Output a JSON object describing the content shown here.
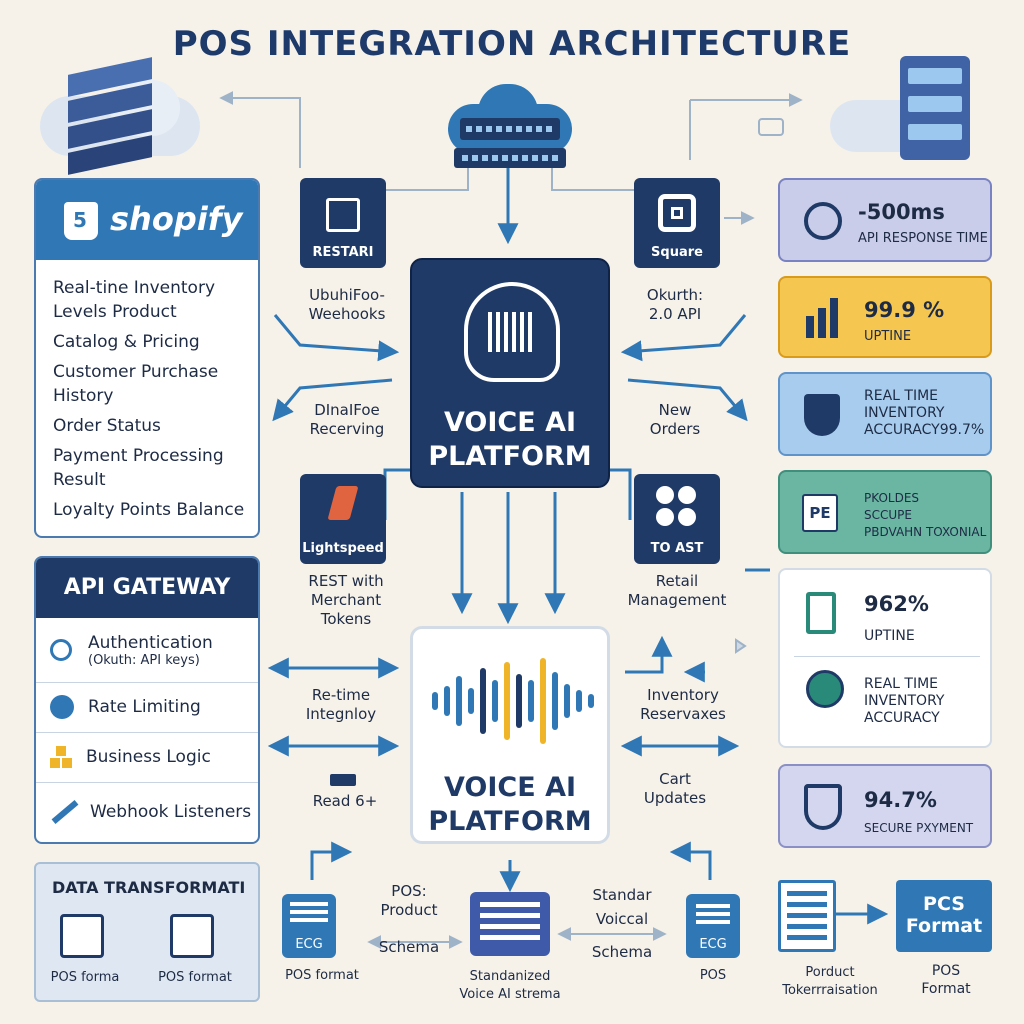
{
  "title": "POS INTEGRATION ARCHITECTURE",
  "shopify": {
    "name": "shopify",
    "items": [
      "Real-tine Inventory",
      "Levels Product",
      "Catalog & Pricing",
      "Customer Purchase",
      "History",
      "Order Status",
      "Payment Processing",
      "Result",
      "Loyalty Points Balance"
    ]
  },
  "gateway": {
    "title": "API GATEWAY",
    "items": [
      {
        "label": "Authentication",
        "sub": "(Okuth: API keys)"
      },
      {
        "label": "Rate Limiting"
      },
      {
        "label": "Business Logic"
      },
      {
        "label": "Webhook Listeners"
      }
    ]
  },
  "pos_icons": {
    "restart": "RESTARI",
    "square": "Square",
    "lightspeed": "Lightspeed",
    "toast": "TO AST"
  },
  "platform": {
    "title_top": "VOICE AI",
    "title_bottom": "PLATFORM"
  },
  "platform2": {
    "title_top": "VOICE AI",
    "title_bottom": "PLATFORM"
  },
  "flow_labels": {
    "webhooks": [
      "UbuhiFoo-",
      "Weehooks"
    ],
    "oauth": [
      "Okurth:",
      "2.0 API"
    ],
    "receiving": [
      "DInaIFoe",
      "Recerving"
    ],
    "new_orders": [
      "New",
      "Orders"
    ],
    "rest": [
      "REST with",
      "Merchant",
      "Tokens"
    ],
    "retail": [
      "Retail",
      "Management"
    ],
    "realtime": [
      "Re-time",
      "Integnloy"
    ],
    "inventory": [
      "Inventory",
      "Reservaxes"
    ],
    "read": [
      "Read 6+"
    ],
    "cart": [
      "Cart",
      "Updates"
    ]
  },
  "metrics": [
    {
      "value": "-500ms",
      "sub": "API RESPONSE TIME",
      "bg": "#c9cdea",
      "border": "#7a83c2",
      "icon": "stopwatch-icon"
    },
    {
      "value": "99.9 %",
      "sub": "UPTINE",
      "bg": "#f6c750",
      "border": "#d89b1c",
      "icon": "bar-chart-icon"
    },
    {
      "value": "",
      "sub": "REAL TIME\nINVENTORY\nACCURACY99.7%",
      "bg": "#a8ccee",
      "border": "#5f93c9",
      "icon": "shield-check-icon"
    },
    {
      "value": "",
      "sub": "PKOLDES\nSCCUPE\nPBDVAHN TOXONIAL",
      "bg": "#6ab6a2",
      "border": "#3f8f7c",
      "icon": "pe-badge-icon"
    },
    {
      "value": "962%",
      "sub": "UPTINE",
      "icon": "hourglass-icon"
    },
    {
      "value": "",
      "sub": "REAL TIME\nINVENTORY\nACCURACY",
      "icon": "check-circle-icon"
    },
    {
      "value": "94.7%",
      "sub": "SECURE PXYMENT",
      "bg": "#d3d6ee",
      "border": "#8a90c4",
      "icon": "shield-e-icon"
    }
  ],
  "data_transform": {
    "title": "DATA TRANSFORMATI",
    "from": "POS forma",
    "to": "POS format"
  },
  "bottom": {
    "pos_format": "POS format",
    "product_schema": [
      "POS:",
      "Product",
      "Schema"
    ],
    "standardized": [
      "Standanized",
      "Voice AI strema"
    ],
    "standar": [
      "Standar",
      "Voiccal",
      "Schema"
    ],
    "pos": "POS",
    "product_token": [
      "Porduct",
      "Tokerrraisation"
    ],
    "pcs": [
      "PCS",
      "Format"
    ],
    "pos_format2": [
      "POS",
      "Format"
    ],
    "ecg": "ECG"
  },
  "colors": {
    "navy": "#1f3a66",
    "blue": "#2f78b5",
    "accent": "#f0b429"
  }
}
